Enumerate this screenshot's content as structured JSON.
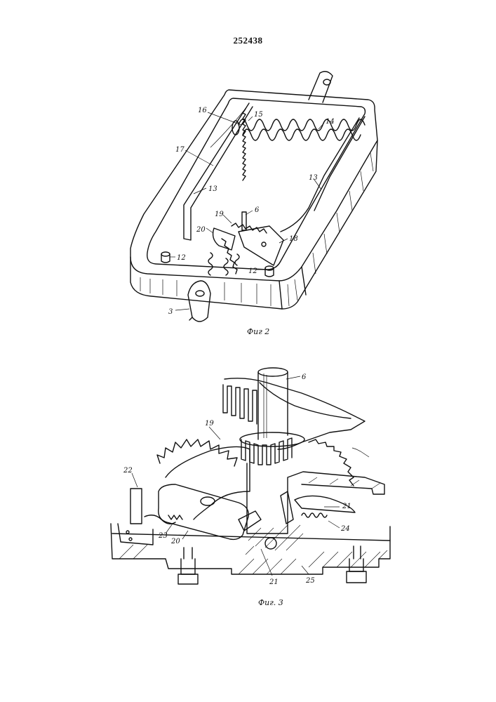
{
  "document": {
    "patent_number": "252438"
  },
  "fig2": {
    "caption": "Фиг 2",
    "labels": {
      "l16": "16",
      "l15": "15",
      "l14": "14",
      "l17": "17",
      "l13a": "13",
      "l13b": "13",
      "l19": "19",
      "l6": "6",
      "l20": "20",
      "l18": "18",
      "l12a": "12",
      "l12b": "12",
      "l3": "3"
    }
  },
  "fig3": {
    "caption": "Фиг. 3",
    "labels": {
      "l6": "6",
      "l19": "19",
      "l22": "22",
      "l21a": "21",
      "l24": "24",
      "l23": "23",
      "l20": "20",
      "l21b": "21",
      "l25": "25"
    }
  }
}
